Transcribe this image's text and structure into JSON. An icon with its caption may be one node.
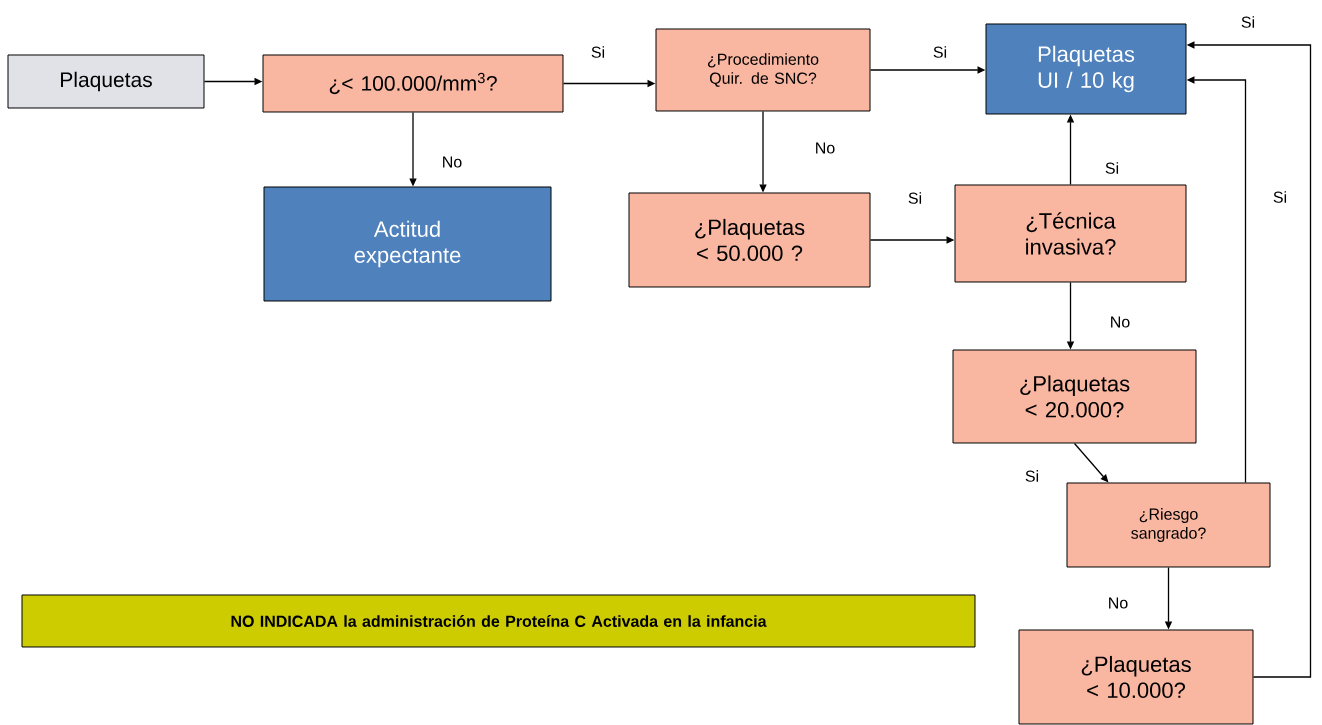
{
  "diagram": {
    "nodes": [
      {
        "text": [
          "Plaquetas"
        ]
      },
      {
        "text": [
          "¿< 100.000/mm$^{3}$?"
        ]
      },
      {
        "text": [
          "¿Procedimiento Quir. de SNC?"
        ]
      },
      {
        "text": [
          "Plaquetas UI / 10 kg"
        ]
      },
      {
        "text": [
          "Actitud expectante"
        ]
      },
      {
        "text": [
          "¿Plaquetas < 50.000 ?"
        ]
      },
      {
        "text": [
          "¿Técnica invasiva?"
        ]
      },
      {
        "text": [
          "¿Plaquetas < 20.000?"
        ]
      },
      {
        "text": [
          "¿Riesgo sangrado?"
        ]
      },
      {
        "text": [
          "¿Plaquetas < 10.000?"
        ]
      },
      {
        "text": [
          "NO INDICADA la administración de Proteína C Activada en la infancia"
        ]
      }
    ],
    "edges": [
      {
        "from": 0,
        "to": 1,
        "arrow": "to"
      },
      {
        "from": 1,
        "to": 2,
        "arrow": "to",
        "label": "Si"
      },
      {
        "from": 1,
        "to": 4,
        "arrow": "to",
        "label": "No"
      },
      {
        "from": 2,
        "to": 3,
        "arrow": "to",
        "label": "Si"
      },
      {
        "from": 2,
        "to": 5,
        "arrow": "to",
        "label": "No"
      },
      {
        "from": 5,
        "to": 6,
        "arrow": "to",
        "label": "Si"
      },
      {
        "from": 6,
        "to": 3,
        "arrow": "to",
        "label": "Si"
      },
      {
        "from": 6,
        "to": 7,
        "arrow": "to",
        "label": "No"
      },
      {
        "from": 7,
        "to": 8,
        "arrow": "to",
        "label": "Si"
      },
      {
        "from": 8,
        "to": 3,
        "arrow": "to",
        "label": "Si"
      },
      {
        "from": 8,
        "to": 9,
        "arrow": "to",
        "label": "No"
      },
      {
        "from": 9,
        "to": 3,
        "arrow": "to",
        "label": "Si"
      }
    ]
  }
}
